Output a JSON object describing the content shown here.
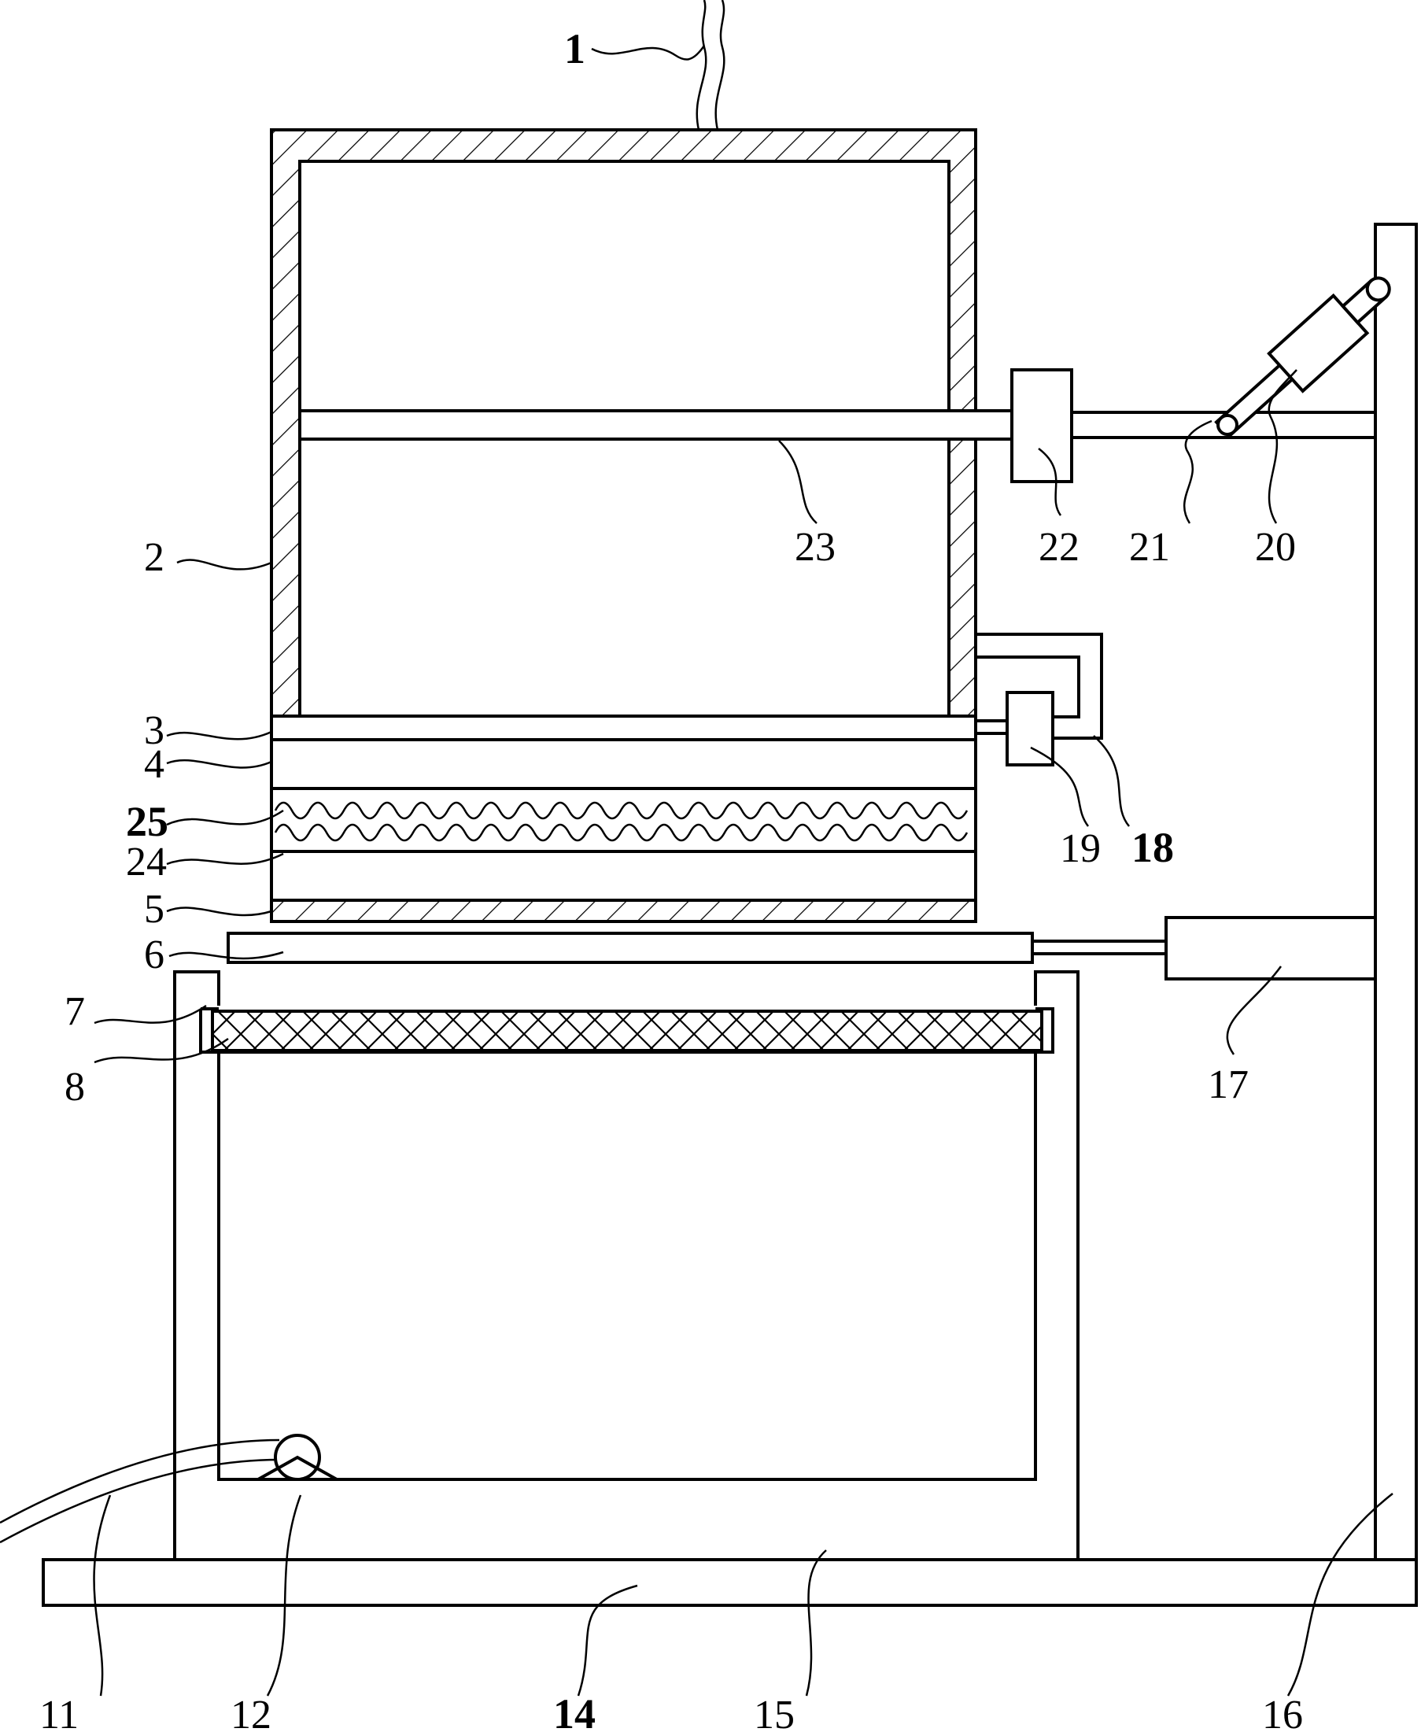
{
  "diagram": {
    "labels": {
      "l1": "1",
      "l2": "2",
      "l3": "3",
      "l4": "4",
      "l5": "5",
      "l6": "6",
      "l7": "7",
      "l8": "8",
      "l11": "11",
      "l12": "12",
      "l14": "14",
      "l15": "15",
      "l16": "16",
      "l17": "17",
      "l18": "18",
      "l19": "19",
      "l20": "20",
      "l21": "21",
      "l22": "22",
      "l23": "23",
      "l24": "24",
      "l25": "25"
    }
  }
}
